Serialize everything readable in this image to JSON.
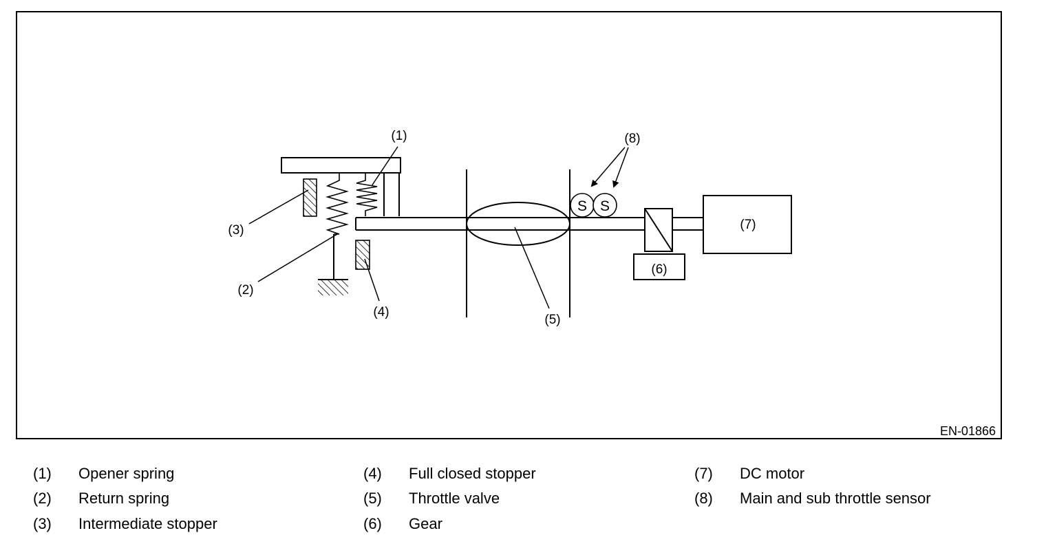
{
  "figure": {
    "id_label": "EN-01866"
  },
  "callouts": {
    "c1": "(1)",
    "c2": "(2)",
    "c3": "(3)",
    "c4": "(4)",
    "c5": "(5)",
    "c6": "(6)",
    "c7": "(7)",
    "c8": "(8)"
  },
  "sensor_symbol": "S",
  "legend": [
    {
      "num": "(1)",
      "text": "Opener spring"
    },
    {
      "num": "(2)",
      "text": "Return spring"
    },
    {
      "num": "(3)",
      "text": "Intermediate stopper"
    },
    {
      "num": "(4)",
      "text": "Full closed stopper"
    },
    {
      "num": "(5)",
      "text": "Throttle valve"
    },
    {
      "num": "(6)",
      "text": "Gear"
    },
    {
      "num": "(7)",
      "text": "DC motor"
    },
    {
      "num": "(8)",
      "text": "Main and sub throttle sensor"
    }
  ]
}
